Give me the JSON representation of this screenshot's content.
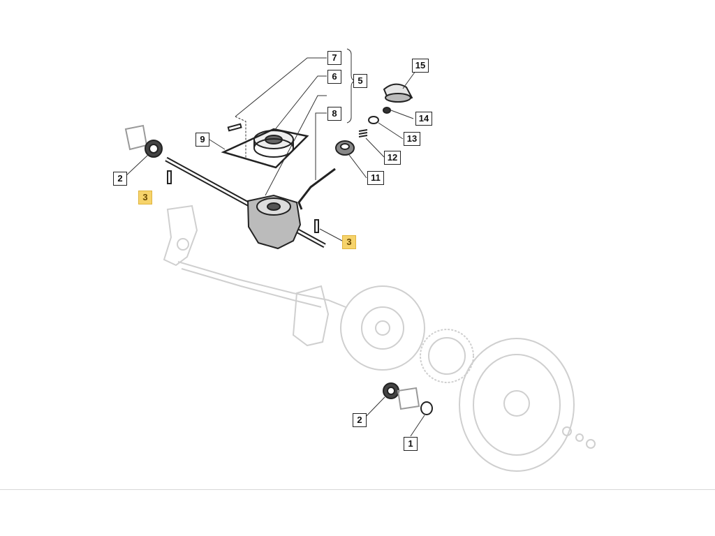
{
  "labels": {
    "l1": "1",
    "l2a": "2",
    "l2b": "2",
    "l3a": "3",
    "l3b": "3",
    "l5": "5",
    "l6": "6",
    "l7": "7",
    "l8": "8",
    "l9": "9",
    "l11": "11",
    "l12": "12",
    "l13": "13",
    "l14": "14",
    "l15": "15"
  },
  "colors": {
    "highlight": "#f6d36b",
    "ghost": "#cfcfcf",
    "ink": "#222222"
  }
}
